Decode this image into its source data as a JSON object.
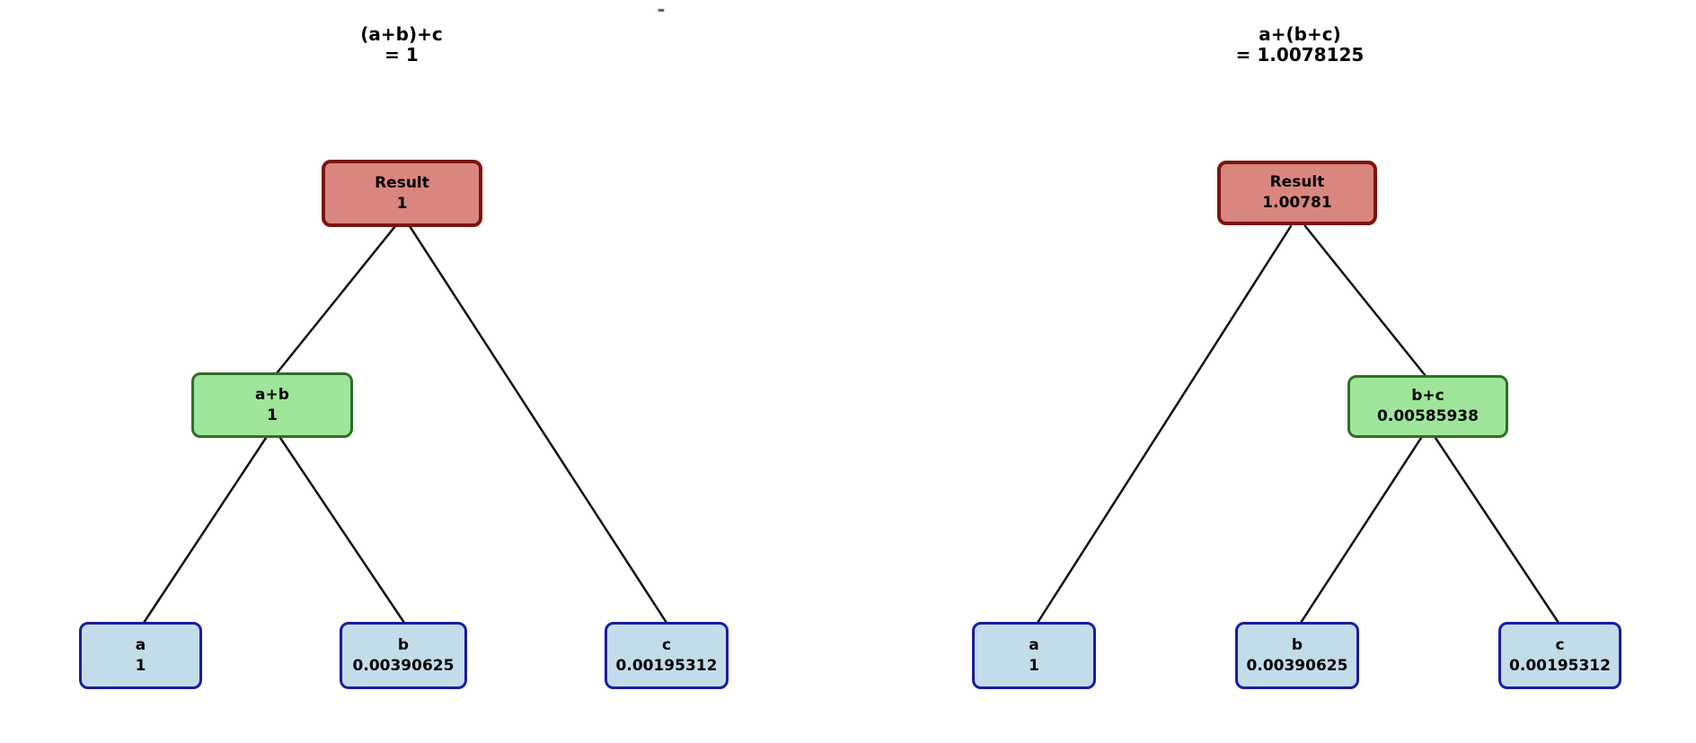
{
  "figure": {
    "top_dash": "-",
    "background": "#ffffff",
    "edge_color": "#111111"
  },
  "node_colors": {
    "result_fill": "#d9867f",
    "result_border": "#7c1410",
    "operation_fill": "#9fe69a",
    "operation_border": "#2f6e28",
    "leaf_fill": "#c3dcea",
    "leaf_border": "#1c1c9e"
  },
  "left_tree": {
    "title_expression": "(a+b)+c",
    "title_result": "= 1",
    "nodes": {
      "result": {
        "label": "Result",
        "value": "1"
      },
      "op": {
        "label": "a+b",
        "value": "1"
      },
      "a": {
        "label": "a",
        "value": "1"
      },
      "b": {
        "label": "b",
        "value": "0.00390625"
      },
      "c": {
        "label": "c",
        "value": "0.00195312"
      }
    },
    "edges": [
      [
        "Result",
        "a+b"
      ],
      [
        "Result",
        "c"
      ],
      [
        "a+b",
        "a"
      ],
      [
        "a+b",
        "b"
      ]
    ]
  },
  "right_tree": {
    "title_expression": "a+(b+c)",
    "title_result": "= 1.0078125",
    "nodes": {
      "result": {
        "label": "Result",
        "value": "1.00781"
      },
      "op": {
        "label": "b+c",
        "value": "0.00585938"
      },
      "a": {
        "label": "a",
        "value": "1"
      },
      "b": {
        "label": "b",
        "value": "0.00390625"
      },
      "c": {
        "label": "c",
        "value": "0.00195312"
      }
    },
    "edges": [
      [
        "Result",
        "a"
      ],
      [
        "Result",
        "b+c"
      ],
      [
        "b+c",
        "b"
      ],
      [
        "b+c",
        "c"
      ]
    ]
  }
}
